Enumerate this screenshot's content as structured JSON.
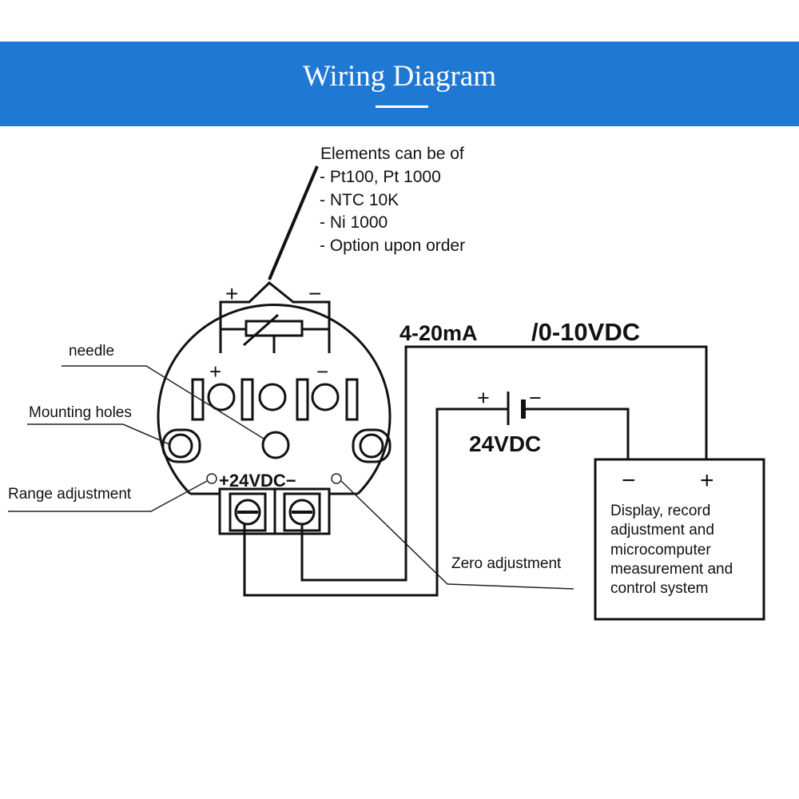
{
  "header": {
    "title": "Wiring Diagram",
    "background": "#1f78d1"
  },
  "elements_note": {
    "heading": "Elements can be of",
    "items": [
      "- Pt100, Pt 1000",
      "- NTC 10K",
      "- Ni 1000",
      "- Option upon order"
    ]
  },
  "sensor": {
    "plus": "+",
    "minus": "−"
  },
  "transmitter": {
    "terminal_plus": "+",
    "terminal_minus": "−",
    "supply_label": "+24VDC−"
  },
  "callouts": {
    "needle": "needle",
    "mounting_holes": "Mounting holes",
    "range_adjustment": "Range adjustment",
    "zero_adjustment": "Zero adjustment"
  },
  "output": {
    "current": "4-20mA",
    "voltage": "/0-10VDC"
  },
  "power_supply": {
    "label": "24VDC",
    "plus": "+",
    "minus": "−"
  },
  "display_box": {
    "minus": "−",
    "plus": "+",
    "lines": [
      "Display, record",
      "adjustment and",
      "microcomputer",
      "measurement and",
      "control system"
    ]
  }
}
